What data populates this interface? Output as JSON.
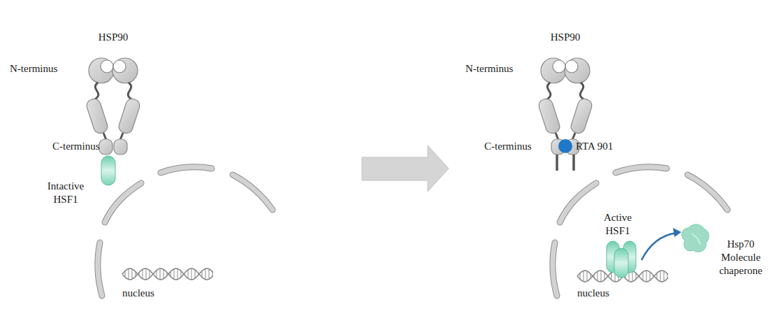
{
  "diagram": {
    "labels": [
      "HSP90",
      "N-terminus",
      "C-terminus",
      "Intactive HSF1",
      "nucleus",
      "HSP90",
      "N-terminus",
      "C-terminus",
      "RTA 901",
      "Active HSF1",
      "Hsp70 Molecule chaperone",
      "nucleus"
    ]
  }
}
